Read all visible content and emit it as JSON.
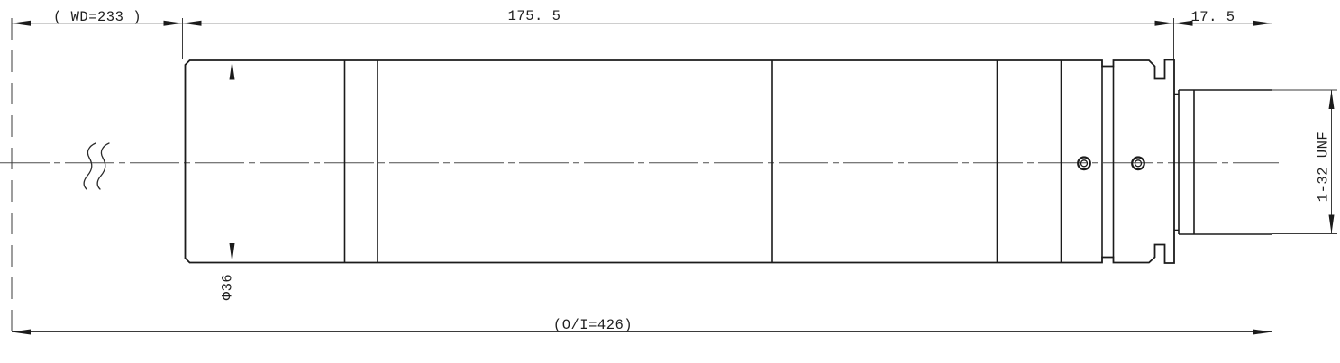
{
  "drawing": {
    "labels": {
      "working_distance": "( WD=233 )",
      "main_length": "175. 5",
      "rear_length": "17. 5",
      "body_diameter": "Φ36",
      "mount_thread": "1-32 UNF",
      "object_image_distance": "(O/I=426)"
    },
    "colors": {
      "outline": "#1b1b1b",
      "dimension_line": "#3b3b3b",
      "background": "#ffffff"
    }
  }
}
